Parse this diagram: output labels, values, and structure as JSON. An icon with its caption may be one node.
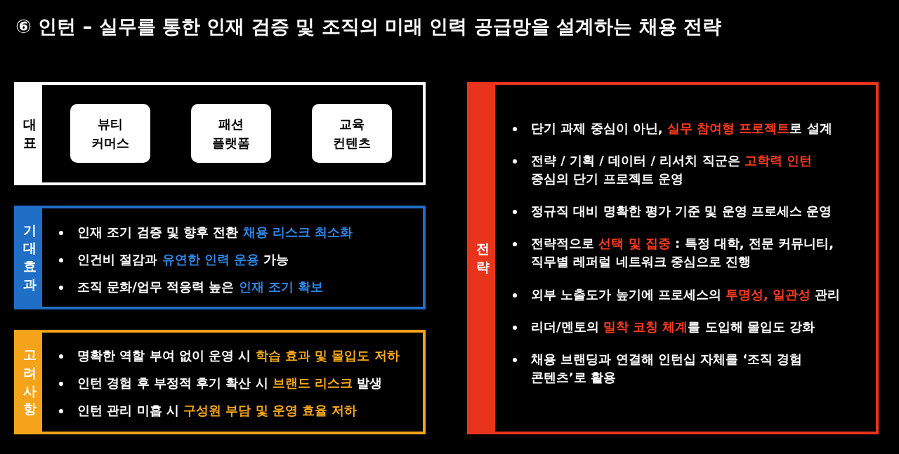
{
  "diagram": {
    "title": "⑥ 인턴 – 실무를 통한 인재 검증 및 조직의 미래 인력 공급망을 설계하는 채용 전략",
    "nodes": [
      {
        "text": [
          "대표"
        ]
      },
      {
        "text": [
          "뷰티 커머스"
        ],
        "in": 0
      },
      {
        "text": [
          "패션 플랫폼"
        ],
        "in": 0
      },
      {
        "text": [
          "교육 컨텐츠"
        ],
        "in": 0
      },
      {
        "text": [
          "기대효과",
          "인재 조기 검증 및 향후 전환 **채용 리스크 최소화**",
          "인건비 절감과 **유연한 인력 운용** 가능",
          "조직 문화/업무 적응력 높은 **인재 조기 확보**"
        ]
      },
      {
        "text": [
          "고려사항",
          "명확한 역할 부여 없이 운영 시 **학습 효과 및 몰입도 저하**",
          "인턴 경험 후 부정적 후기 확산 시 **브랜드 리스크** 발생",
          "인턴 관리 미흡 시 **구성원 부담 및 운영 효율 저하**"
        ]
      },
      {
        "text": [
          "전략",
          "단기 과제 중심이 아닌, **실무 참여형 프로젝트**로 설계",
          "전략 / 기획 / 데이터 / 리서치 직군은 **고학력 인턴** 중심의 단기 프로젝트 운영",
          "정규직 대비 명확한 평가 기준 및 운영 프로세스 운영",
          "전략적으로 **선택 및 집중** : 특정 대학, 전문 커뮤니티, 직무별 레퍼럴 네트워크 중심으로 진행",
          "외부 노출도가 높기에 프로세스의 **투명성, 일관성** 관리",
          "리더/멘토의 **밀착 코칭 체계**를 도입해 몰입도 강화",
          "채용 브랜딩과 연결해 인턴십 자체를 ‘조직 경험 콘텐츠’로 활용"
        ]
      }
    ],
    "edges": []
  }
}
